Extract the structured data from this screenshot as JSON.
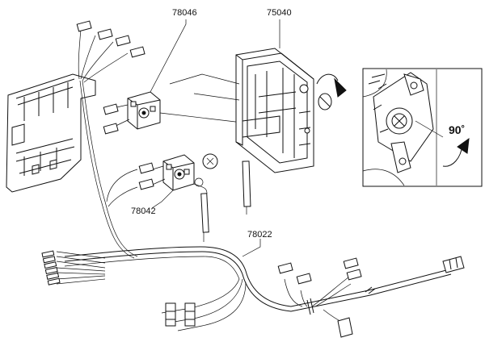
{
  "labels": {
    "thermostat_top": "78046",
    "panel": "75040",
    "thermostat_bottom": "78042",
    "harness": "78022",
    "rotation": "90˚"
  },
  "colors": {
    "ink": "#111111",
    "background": "#ffffff"
  }
}
